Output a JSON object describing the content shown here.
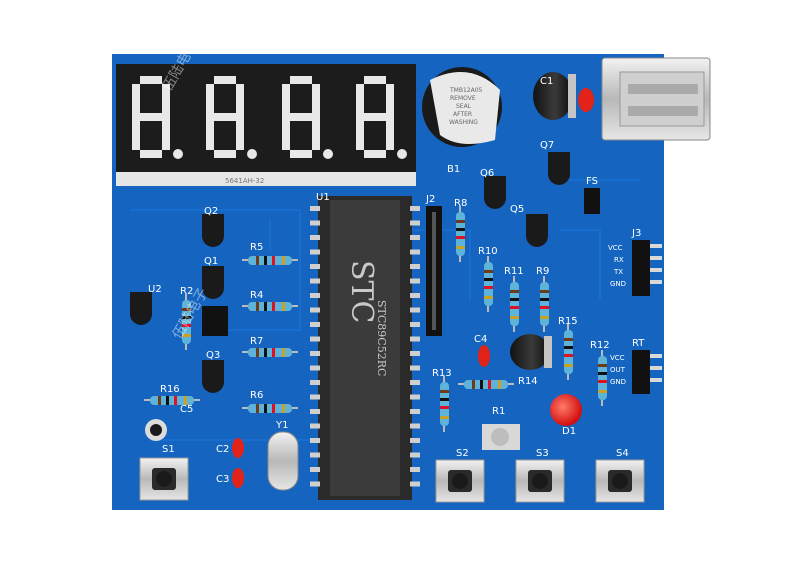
{
  "board": {
    "pcb_color": "#1565c0",
    "silk_color": "#ffffff",
    "display_digits": [
      "8.",
      "8.",
      "8.",
      "8."
    ],
    "display_part_code": "5641AH-32",
    "mcu_brand": "STC",
    "mcu_text": "STC89C52RC",
    "buzzer_text": [
      "TMB12A05",
      "REMOVE",
      "SEAL",
      "AFTER",
      "WASHING"
    ],
    "watermark": [
      "伍陆电子",
      "伍陆电子"
    ],
    "labels": {
      "B1": "B1",
      "U1": "U1",
      "U2": "U2",
      "J2": "J2",
      "J3": "J3",
      "RT": "RT",
      "Q1": "Q1",
      "Q2": "Q2",
      "Q3": "Q3",
      "Q5": "Q5",
      "Q6": "Q6",
      "Q7": "Q7",
      "R1": "R1",
      "R2": "R2",
      "R4": "R4",
      "R5": "R5",
      "R6": "R6",
      "R7": "R7",
      "R8": "R8",
      "R9": "R9",
      "R10": "R10",
      "R11": "R11",
      "R12": "R12",
      "R13": "R13",
      "R14": "R14",
      "R15": "R15",
      "R16": "R16",
      "C1": "C1",
      "C2": "C2",
      "C3": "C3",
      "C4": "C4",
      "C5": "C5",
      "Y1": "Y1",
      "FS": "FS",
      "D1": "D1",
      "S1": "S1",
      "S2": "S2",
      "S3": "S3",
      "S4": "S4"
    },
    "j3_pins": [
      "VCC",
      "RX",
      "TX",
      "GND"
    ],
    "rt_pins": [
      "VCC",
      "OUT",
      "GND"
    ]
  }
}
